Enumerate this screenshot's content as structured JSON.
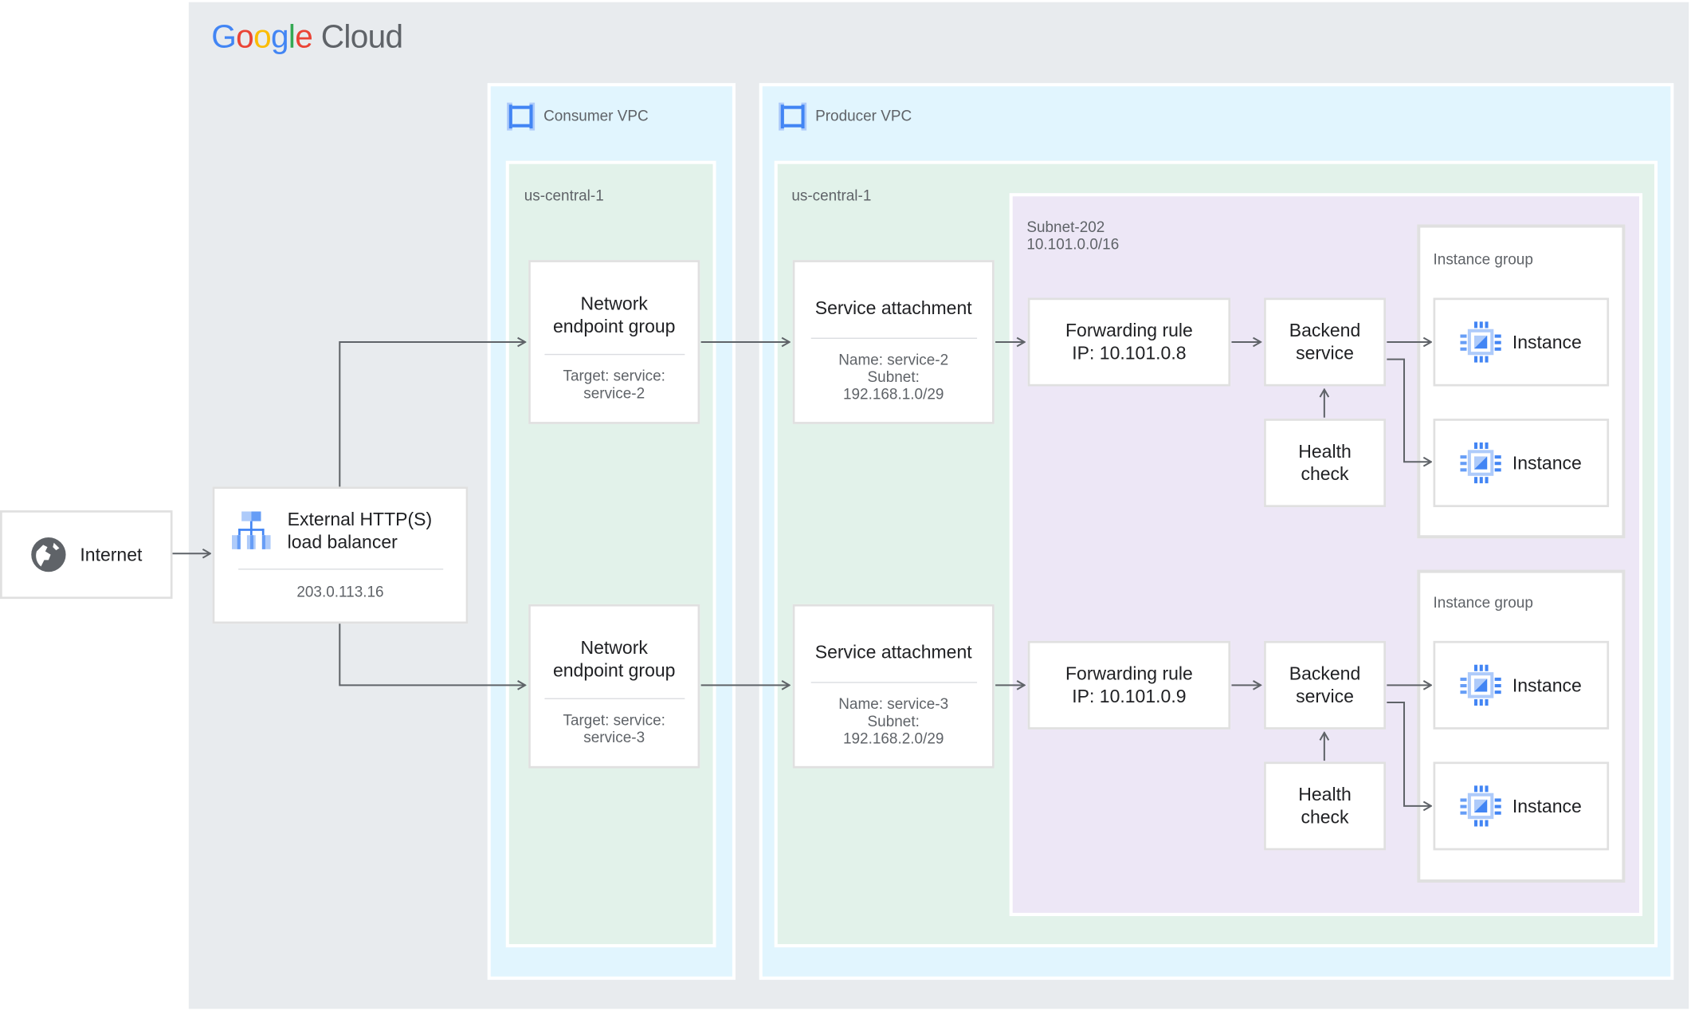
{
  "logo": {
    "google": [
      "G",
      "o",
      "o",
      "g",
      "l",
      "e"
    ],
    "google_colors": [
      "#4285f4",
      "#ea4335",
      "#fbbc05",
      "#4285f4",
      "#34a853",
      "#ea4335"
    ],
    "cloud": "Cloud"
  },
  "colors": {
    "accent": "#4285f4",
    "vpc_bg": "#e1f5fe",
    "region_bg": "#e2f2ea",
    "subnet_bg": "#ede7f6",
    "canvas_bg": "#e8ebee"
  },
  "internet": {
    "label": "Internet",
    "icon": "globe-icon"
  },
  "load_balancer": {
    "title": "External HTTP(S) load balancer",
    "ip": "203.0.113.16",
    "icon": "load-balancer-icon"
  },
  "consumer_vpc": {
    "label": "Consumer VPC",
    "icon": "vpc-icon",
    "region": "us-central-1",
    "negs": [
      {
        "title": "Network endpoint group",
        "line1": "Target: service:",
        "line2": "service-2"
      },
      {
        "title": "Network endpoint group",
        "line1": "Target: service:",
        "line2": "service-3"
      }
    ]
  },
  "producer_vpc": {
    "label": "Producer VPC",
    "icon": "vpc-icon",
    "region": "us-central-1",
    "service_attachments": [
      {
        "title": "Service attachment",
        "name": "Name: service-2",
        "subnet_label": "Subnet:",
        "subnet": "192.168.1.0/29"
      },
      {
        "title": "Service attachment",
        "name": "Name: service-3",
        "subnet_label": "Subnet:",
        "subnet": "192.168.2.0/29"
      }
    ],
    "subnet": {
      "name": "Subnet-202",
      "cidr": "10.101.0.0/16"
    },
    "forwarding_rules": [
      {
        "title": "Forwarding rule",
        "ip": "IP: 10.101.0.8"
      },
      {
        "title": "Forwarding rule",
        "ip": "IP: 10.101.0.9"
      }
    ],
    "backend_service": {
      "line1": "Backend",
      "line2": "service"
    },
    "health_check": {
      "line1": "Health",
      "line2": "check"
    },
    "instance_group": {
      "label": "Instance group",
      "instance_label": "Instance",
      "icon": "compute-instance-icon"
    }
  }
}
